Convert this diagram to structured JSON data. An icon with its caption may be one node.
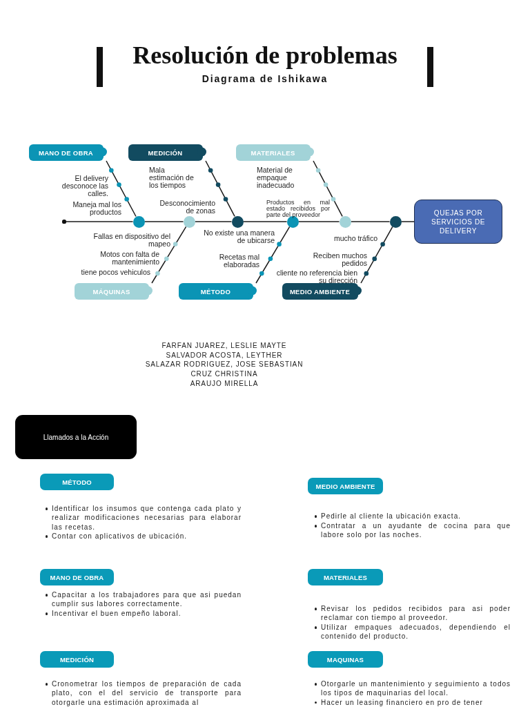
{
  "diagram": {
    "title": "Resolución de problemas",
    "nodes": [
      {
        "text": [
          "MANO DE OBRA"
        ]
      },
      {
        "text": [
          "MEDICIÓN"
        ]
      },
      {
        "text": [
          "MATERIALES"
        ]
      },
      {
        "text": [
          "QUEJAS POR SERVICIOS DE DELIVERY"
        ]
      },
      {
        "text": [],
        "shape": "circle"
      },
      {
        "text": [],
        "shape": "circle"
      },
      {
        "text": [],
        "shape": "circle"
      },
      {
        "text": [],
        "shape": "circle"
      },
      {
        "text": [],
        "shape": "circle"
      },
      {
        "text": [],
        "shape": "circle"
      },
      {
        "text": [],
        "shape": "circle"
      },
      {
        "text": [
          "MÁQUINAS"
        ]
      },
      {
        "text": [
          "MÉTODO"
        ]
      },
      {
        "text": [
          "MEDIO AMBIENTE"
        ]
      },
      {
        "text": [
          "Llamados a la Acción"
        ]
      },
      {
        "text": [
          "MÉTODO"
        ]
      },
      {
        "text": [
          "MEDIO AMBIENTE"
        ]
      },
      {
        "text": [
          "MANO DE OBRA"
        ]
      },
      {
        "text": [
          "MATERIALES"
        ]
      },
      {
        "text": [
          "MEDICIÓN"
        ]
      },
      {
        "text": [
          "MAQUINAS"
        ]
      }
    ],
    "edges": [
      {
        "from": 4,
        "to": 5,
        "arrow": "none"
      },
      {
        "from": 5,
        "to": 6,
        "arrow": "none"
      },
      {
        "from": 6,
        "to": 7,
        "arrow": "none"
      },
      {
        "from": 7,
        "to": 8,
        "arrow": "none"
      },
      {
        "from": 8,
        "to": 9,
        "arrow": "none"
      },
      {
        "from": 9,
        "to": 10,
        "arrow": "none"
      },
      {
        "from": 10,
        "to": 3,
        "arrow": "none"
      },
      {
        "from": 0,
        "to": 5,
        "arrow": "none"
      },
      {
        "from": 1,
        "to": 7,
        "arrow": "none"
      },
      {
        "from": 2,
        "to": 9,
        "arrow": "none"
      },
      {
        "from": 11,
        "to": 6,
        "arrow": "none"
      },
      {
        "from": 12,
        "to": 8,
        "arrow": "none"
      },
      {
        "from": 13,
        "to": 10,
        "arrow": "none"
      }
    ],
    "labels": [
      "Diagrama de Ishikawa",
      "El delivery desconoce las calles.",
      "Maneja mal los productos",
      "Mala estimación de los tiempos",
      "Desconocimiento de zonas",
      "Material de empaque inadecuado",
      "Productos en mal estado recibidos por parte del proveedor",
      "Fallas en dispositivo del mapeo",
      "Motos con falta de mantenimiento",
      "tiene pocos vehiculos",
      "No existe una manera de ubicarse",
      "Recetas mal elaboradas",
      "mucho tráfico",
      "Reciben muchos pedidos",
      "cliente no referencia bien su dirección",
      "FARFAN JUAREZ, LESLIE MAYTE",
      "SALVADOR ACOSTA, LEYTHER",
      "SALAZAR RODRIGUEZ, JOSE SEBASTIAN",
      "CRUZ CHRISTINA",
      "ARAUJO MIRELLA",
      "Identificar los insumos que contenga cada plato y realizar modificaciones necesarias para elaborar las recetas.",
      "Contar con aplicativos de ubicación.",
      "Pedirle al cliente la ubicación exacta.",
      "Contratar a un ayudante de cocina para que labore solo por las noches.",
      "Capacitar a los trabajadores para que asi puedan cumplir sus labores correctamente.",
      "Incentivar el buen empeño laboral.",
      "Revisar los pedidos recibidos para asi poder reclamar con tiempo al proveedor.",
      "Utilizar empaques adecuados, dependiendo el contenido del producto.",
      "Cronometrar los tiempos de preparación de cada plato, con el del servicio de transporte para otorgarle una estimación aproximada al",
      "Otorgarle un mantenimiento y seguimiento a todos los tipos de maquinarias del local.",
      "Hacer un leasing financiero en pro de tener"
    ]
  }
}
